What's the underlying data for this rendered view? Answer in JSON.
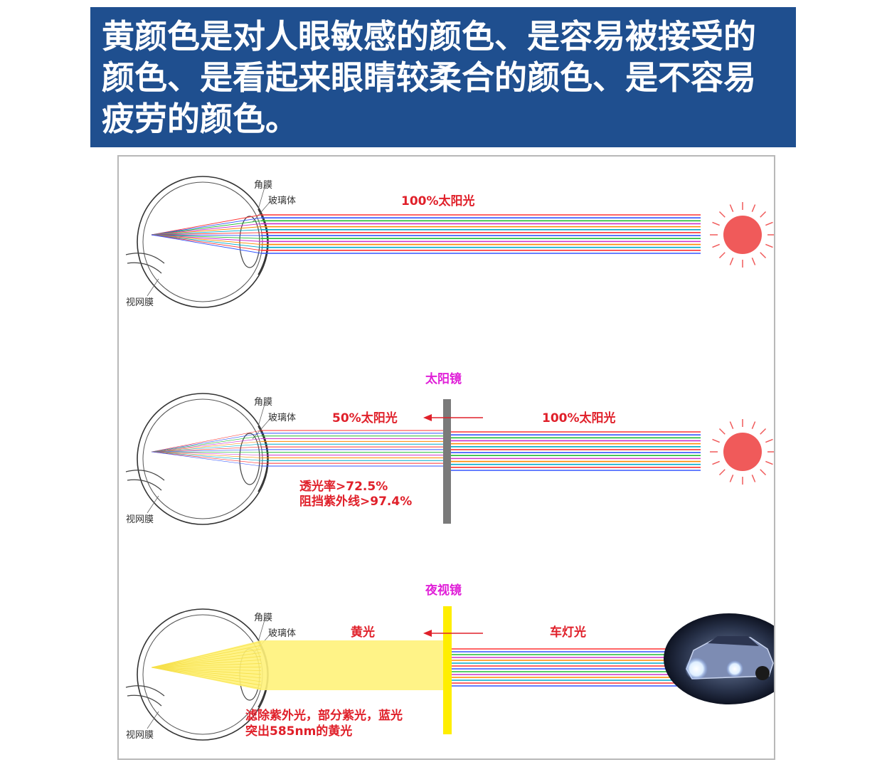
{
  "banner": {
    "lines": [
      "黄颜色是对人眼敏感的颜色、是容易被接受的",
      "颜色、是看起来眼睛较柔合的颜色、是不容易",
      "疲劳的颜色。"
    ]
  },
  "colors": {
    "banner_bg": "#1f4f8f",
    "label_red": "#e0202a",
    "label_magenta": "#e020d8",
    "sun": "#f05a5a",
    "lens_gray": "#7a7a7a",
    "lens_yellow": "#ffee00",
    "yellow_beam": "#fff27a"
  },
  "panels": [
    {
      "eye_labels": {
        "cornea": "角膜",
        "vitreous": "玻璃体",
        "retina": "视网膜"
      },
      "light_label": "100%太阳光",
      "source": "sun-icon"
    },
    {
      "eye_labels": {
        "cornea": "角膜",
        "vitreous": "玻璃体",
        "retina": "视网膜"
      },
      "filter_label": "太阳镜",
      "after_label": "50%太阳光",
      "before_label": "100%太阳光",
      "note_lines": [
        "透光率>72.5%",
        "阻挡紫外线>97.4%"
      ],
      "source": "sun-icon"
    },
    {
      "eye_labels": {
        "cornea": "角膜",
        "vitreous": "玻璃体",
        "retina": "视网膜"
      },
      "filter_label": "夜视镜",
      "after_label": "黄光",
      "before_label": "车灯光",
      "note_lines": [
        "滤除紫外光，部分紫光，蓝光",
        "突出585nm的黄光"
      ],
      "source": "car-headlight-icon"
    }
  ]
}
